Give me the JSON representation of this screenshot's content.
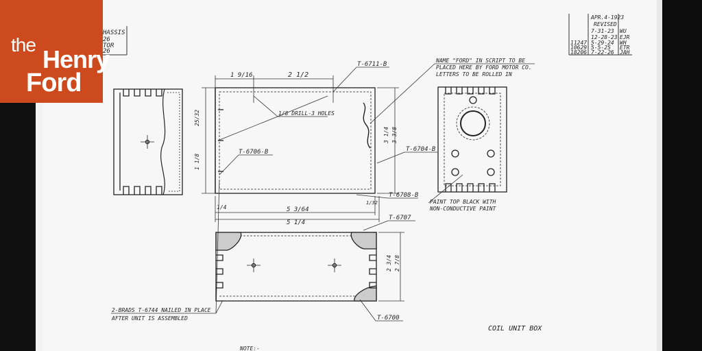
{
  "logo": {
    "line1": "the",
    "line2": "Henry",
    "line3": "Ford"
  },
  "title_block": {
    "left_labels": [
      "HASSIS",
      "26",
      "TOR",
      "26"
    ],
    "rev_date": "APR.4-1923",
    "revised": "REVISED",
    "rows": [
      {
        "no": "",
        "date": "7-31-23",
        "init": "WU"
      },
      {
        "no": "",
        "date": "12-28-23",
        "init": "EJR"
      },
      {
        "no": "11247",
        "date": "5-29-24",
        "init": "WH"
      },
      {
        "no": "10629",
        "date": "5-5-25",
        "init": "ETR"
      },
      {
        "no": "18206",
        "date": "7-22-26",
        "init": "JAH"
      }
    ]
  },
  "notes": {
    "name_ford_1": "NAME \"FORD\" IN SCRIPT TO BE",
    "name_ford_2": "PLACED HERE BY FORD MOTOR CO.",
    "name_ford_3": "LETTERS TO BE ROLLED IN",
    "drill": "1/8 DRILL-3 HOLES",
    "paint_1": "PAINT TOP BLACK WITH",
    "paint_2": "NON-CONDUCTIVE PAINT",
    "brads_1": "2-BRADS T-6744 NAILED IN PLACE",
    "brads_2": "AFTER UNIT IS ASSEMBLED",
    "title": "COIL UNIT BOX",
    "note": "NOTE:-"
  },
  "parts": {
    "p6711": "T-6711-B",
    "p6706": "T-6706-B",
    "p6704": "T-6704-B",
    "p6708": "T-6708-B",
    "p6707": "T-6707",
    "p6700": "T-6700"
  },
  "dims": {
    "d_top_left": "1 9/16",
    "d_top_mid": "2 1/2",
    "d_left_upper": "25/32",
    "d_left_lower": "1 1/8",
    "d_right_a": "3 1/4",
    "d_right_b": "3 3/8",
    "d_bot_small": "1/4",
    "d_bot_a": "5 3/64",
    "d_bot_b": "5 1/4",
    "d_bot_right": "1/32",
    "d_front": "2 3/4",
    "d_front_b": "2 7/8"
  }
}
